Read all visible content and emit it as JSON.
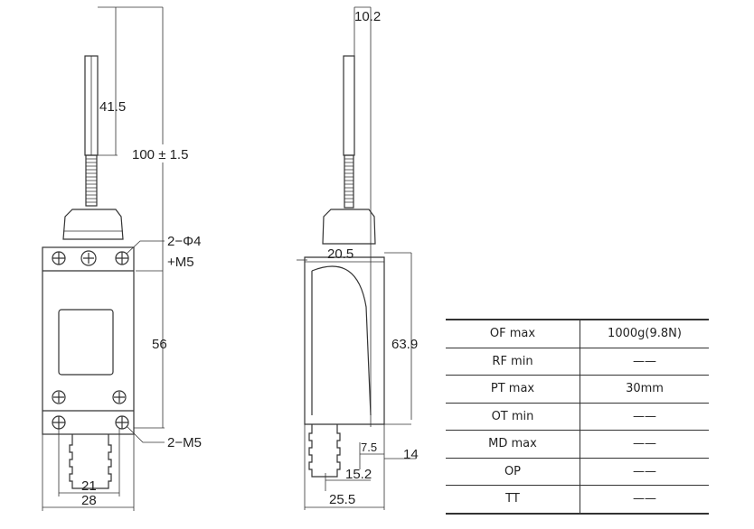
{
  "front_view": {
    "dim_actuator_rod": "41.5",
    "dim_total_height": "100 ± 1.5",
    "label_top_holes": "2−Φ4",
    "label_top_thread": "+M5",
    "dim_body_height": "56",
    "label_bottom_holes": "2−M5",
    "dim_hole_pitch": "21",
    "dim_body_width": "28"
  },
  "side_view": {
    "dim_rod_offset": "10.2",
    "dim_head_depth": "20.5",
    "dim_body_height": "63.9",
    "dim_base_height": "14",
    "dim_small_offset": "7.5",
    "dim_boot_offset": "15.2",
    "dim_total_depth": "25.5"
  },
  "spec_table": [
    {
      "param": "OF max",
      "value": "1000g(9.8N)"
    },
    {
      "param": "RF min",
      "value": "——"
    },
    {
      "param": "PT max",
      "value": "30mm"
    },
    {
      "param": "OT min",
      "value": "——"
    },
    {
      "param": "MD max",
      "value": "——"
    },
    {
      "param": "OP",
      "value": "——"
    },
    {
      "param": "TT",
      "value": "——"
    }
  ]
}
